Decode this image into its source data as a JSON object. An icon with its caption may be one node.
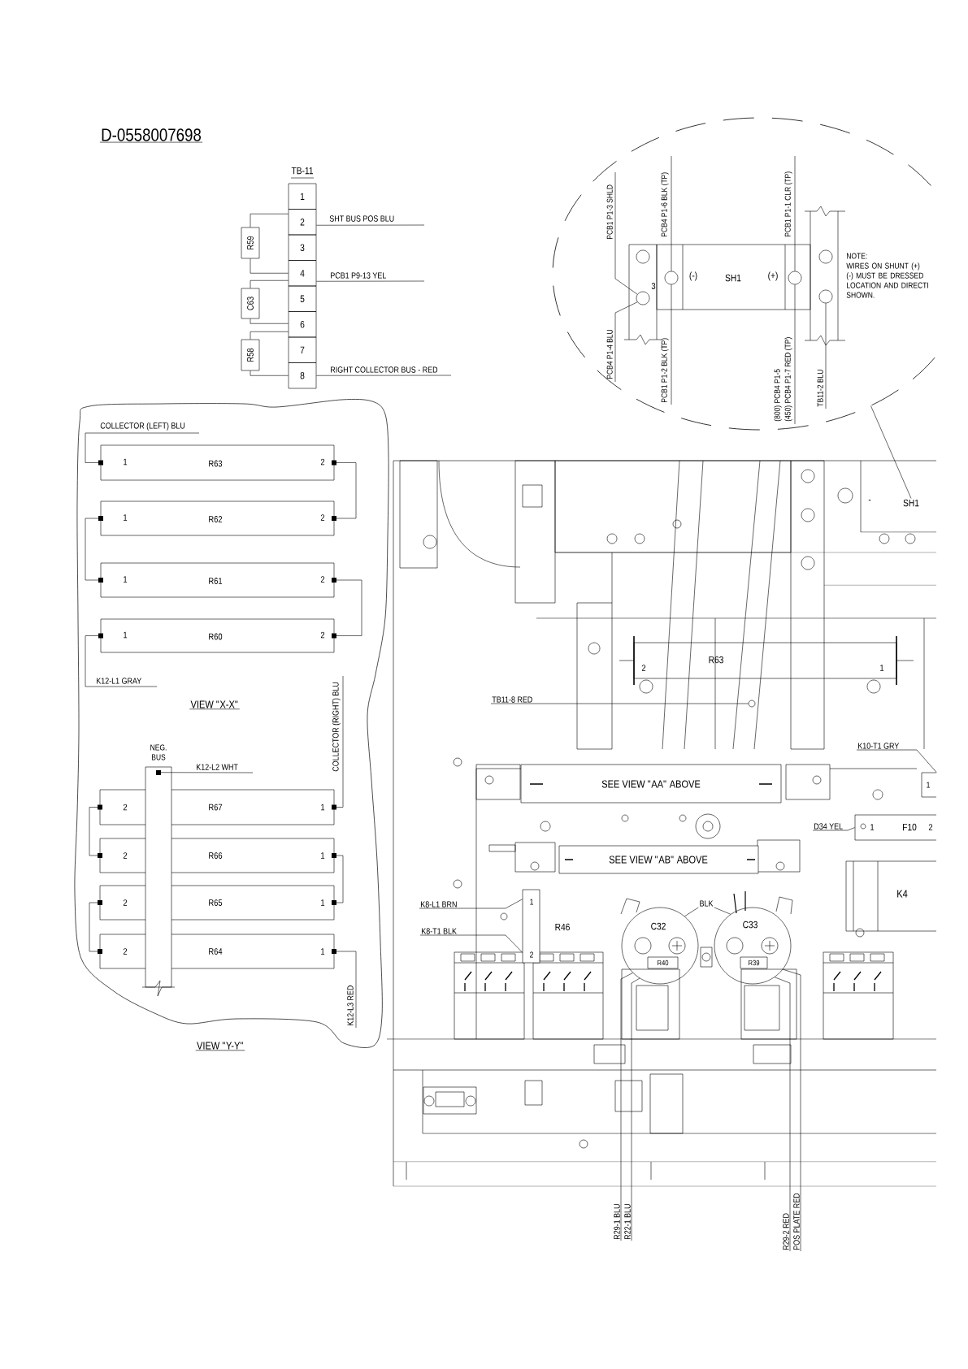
{
  "diagram": {
    "title": "D-0558007698",
    "nodes": [
      {
        "text": [
          "TB-11"
        ]
      },
      {
        "text": [
          "1"
        ],
        "in": 0
      },
      {
        "text": [
          "2"
        ],
        "in": 0
      },
      {
        "text": [
          "3"
        ],
        "in": 0
      },
      {
        "text": [
          "4"
        ],
        "in": 0
      },
      {
        "text": [
          "5"
        ],
        "in": 0
      },
      {
        "text": [
          "6"
        ],
        "in": 0
      },
      {
        "text": [
          "7"
        ],
        "in": 0
      },
      {
        "text": [
          "8"
        ],
        "in": 0
      },
      {
        "text": [
          "R59"
        ]
      },
      {
        "text": [
          "C63"
        ]
      },
      {
        "text": [
          "R58"
        ]
      },
      {
        "text": [],
        "shape": "ellipse"
      },
      {
        "text": [
          "3"
        ],
        "in": 12
      },
      {
        "text": [
          "(-)",
          "SH1",
          "(+)"
        ],
        "in": 12
      },
      {
        "text": [],
        "shape": "circle",
        "in": 12
      },
      {
        "text": [],
        "shape": "cloud"
      },
      {
        "text": [
          "1",
          "R63",
          "2"
        ],
        "in": 16
      },
      {
        "text": [
          "1",
          "R62",
          "2"
        ],
        "in": 16
      },
      {
        "text": [
          "1",
          "R61",
          "2"
        ],
        "in": 16
      },
      {
        "text": [
          "1",
          "R60",
          "2"
        ],
        "in": 16
      },
      {
        "text": [
          "NEG. BUS"
        ],
        "in": 16
      },
      {
        "text": [
          "2",
          "R67",
          "1"
        ],
        "in": 16
      },
      {
        "text": [
          "2",
          "R66",
          "1"
        ],
        "in": 16
      },
      {
        "text": [
          "2",
          "R65",
          "1"
        ],
        "in": 16
      },
      {
        "text": [
          "2",
          "R64",
          "1"
        ],
        "in": 16
      },
      {
        "text": [
          "SH1"
        ]
      },
      {
        "text": [
          "2",
          "R63",
          "1"
        ]
      },
      {
        "text": [
          "TB11-8 RED"
        ]
      },
      {
        "text": [
          "K10-T1 GRY"
        ]
      },
      {
        "text": [
          "1"
        ]
      },
      {
        "text": [
          "SEE VIEW \"AA\" ABOVE"
        ]
      },
      {
        "text": [
          "SEE VIEW \"AB\" ABOVE"
        ]
      },
      {
        "text": [
          "D34 YEL"
        ]
      },
      {
        "text": [
          "1",
          "F10",
          "2"
        ]
      },
      {
        "text": [
          "K4"
        ]
      },
      {
        "text": [
          "K8-L1 BRN"
        ]
      },
      {
        "text": [
          "K8-T1 BLK"
        ]
      },
      {
        "text": [
          "1",
          "2"
        ],
        "beside": [
          "R46"
        ]
      },
      {
        "text": [
          "BLK"
        ]
      },
      {
        "text": [
          "C32"
        ]
      },
      {
        "text": [
          "C33"
        ]
      },
      {
        "text": [
          "R40"
        ],
        "in": 40
      },
      {
        "text": [
          "R39"
        ],
        "in": 41
      },
      {
        "text": [
          "R29-1 BLU"
        ]
      },
      {
        "text": [
          "R22-1 BLU"
        ]
      },
      {
        "text": [
          "R29-2 RED"
        ]
      },
      {
        "text": [
          "POS PLATE RED"
        ]
      },
      {
        "text": [],
        "shape": "circle",
        "in": 14
      },
      {
        "text": [],
        "shape": "circle",
        "in": 14
      },
      {
        "text": [],
        "shape": "circle"
      }
    ],
    "edges": [
      {
        "from": 9,
        "to": 2,
        "arrow": "none"
      },
      {
        "from": 9,
        "to": 4,
        "arrow": "none"
      },
      {
        "from": 10,
        "to": 4,
        "arrow": "none"
      },
      {
        "from": 10,
        "to": 6,
        "arrow": "none"
      },
      {
        "from": 11,
        "to": 6,
        "arrow": "none"
      },
      {
        "from": 11,
        "to": 8,
        "arrow": "none"
      },
      {
        "from": 2,
        "to": null,
        "arrow": "none",
        "label": "SHT BUS POS BLU"
      },
      {
        "from": 4,
        "to": null,
        "arrow": "none",
        "label": "PCB1 P9-13 YEL"
      },
      {
        "from": 8,
        "to": null,
        "arrow": "none",
        "label": "RIGHT COLLECTOR BUS - RED"
      },
      {
        "from": 13,
        "to": null,
        "arrow": "none",
        "label": "PCB1 P1-3 SHLD"
      },
      {
        "from": 13,
        "to": null,
        "arrow": "none",
        "label": "PCB4 P1-4 BLU"
      },
      {
        "from": 48,
        "to": null,
        "arrow": "none",
        "label": "PCB4 P1-6 BLK (TP)"
      },
      {
        "from": 48,
        "to": null,
        "arrow": "none",
        "label": "PCB1 P1-2 BLK (TP)"
      },
      {
        "from": 49,
        "to": null,
        "arrow": "none",
        "label": "PCB1 P1-1 CLR (TP)"
      },
      {
        "from": 49,
        "to": null,
        "arrow": "none",
        "label": "(450) PCB4 P1-7 RED (TP)"
      },
      {
        "from": 15,
        "to": null,
        "arrow": "none",
        "label": "TB11-2 BLU"
      },
      {
        "from": 12,
        "to": 26,
        "arrow": "none"
      },
      {
        "from": 17,
        "to": null,
        "arrow": "none",
        "label": "COLLECTOR (LEFT) BLU"
      },
      {
        "from": 17,
        "to": 18,
        "arrow": "none"
      },
      {
        "from": 18,
        "to": 19,
        "arrow": "none"
      },
      {
        "from": 19,
        "to": 20,
        "arrow": "none"
      },
      {
        "from": 20,
        "to": null,
        "arrow": "none",
        "label": "K12-L1 GRAY"
      },
      {
        "from": 21,
        "to": null,
        "arrow": "none",
        "label": "K12-L2 WHT"
      },
      {
        "from": 22,
        "to": null,
        "arrow": "none",
        "label": "COLLECTOR (RIGHT) BLU"
      },
      {
        "from": 22,
        "to": 23,
        "arrow": "none"
      },
      {
        "from": 23,
        "to": 24,
        "arrow": "none"
      },
      {
        "from": 24,
        "to": 25,
        "arrow": "none"
      },
      {
        "from": 25,
        "to": null,
        "arrow": "none",
        "label": "K12-L3 RED"
      },
      {
        "from": 28,
        "to": 50,
        "arrow": "none"
      },
      {
        "from": 29,
        "to": 30,
        "arrow": "none"
      },
      {
        "from": 33,
        "to": 34,
        "arrow": "none"
      },
      {
        "from": 36,
        "to": 38,
        "arrow": "none"
      },
      {
        "from": 37,
        "to": 38,
        "arrow": "none"
      },
      {
        "from": 39,
        "to": 40,
        "arrow": "none"
      },
      {
        "from": 39,
        "to": 41,
        "arrow": "none"
      },
      {
        "from": 44,
        "to": 40,
        "arrow": "none"
      },
      {
        "from": 45,
        "to": 40,
        "arrow": "none"
      },
      {
        "from": 46,
        "to": 41,
        "arrow": "none"
      },
      {
        "from": 47,
        "to": 41,
        "arrow": "none"
      }
    ],
    "labels": [
      "NOTE:",
      "WIRES ON SHUNT (+) (-) MUST BE DRESSED LOCATION AND DIRECTI SHOWN.",
      "(800) PCB4 P1-5",
      "-",
      "VIEW \"X-X\"",
      "VIEW \"Y-Y\""
    ]
  }
}
